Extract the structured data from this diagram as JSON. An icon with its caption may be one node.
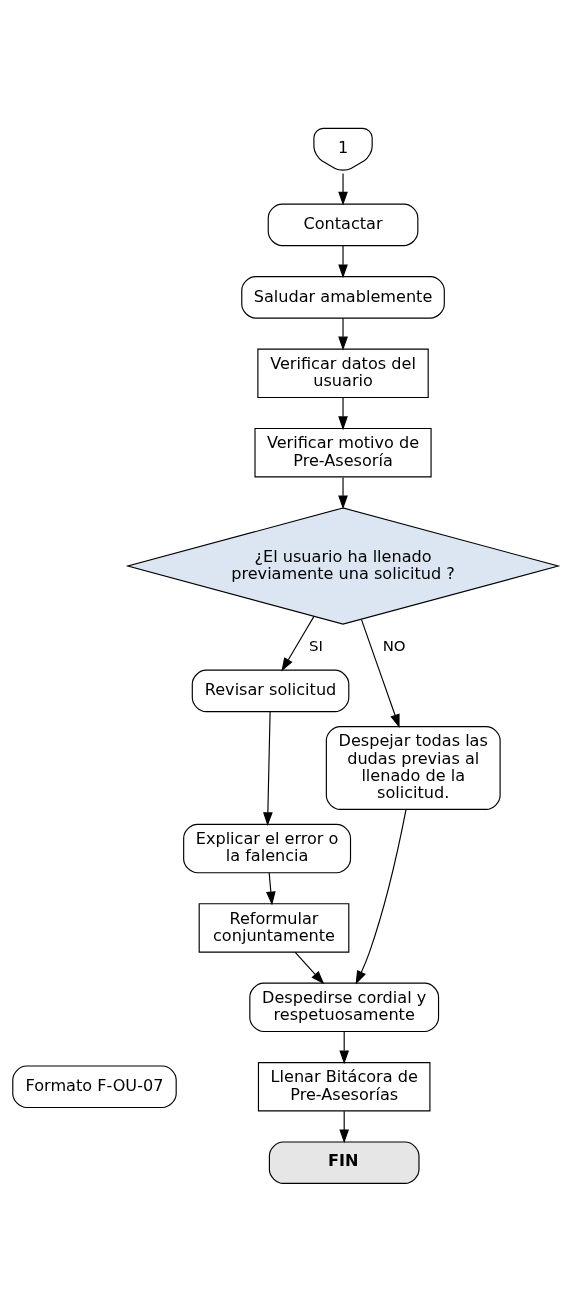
{
  "diagram": {
    "nodes": [
      {
        "text": [
          "1"
        ]
      },
      {
        "text": [
          "Contactar"
        ]
      },
      {
        "text": [
          "Saludar amablemente"
        ]
      },
      {
        "text": [
          "Verificar datos del usuario"
        ]
      },
      {
        "text": [
          "Verificar motivo de Pre-Asesoría"
        ]
      },
      {
        "text": [
          "¿El usuario ha llenado previamente una solicitud ?"
        ]
      },
      {
        "text": [
          "Revisar solicitud"
        ]
      },
      {
        "text": [
          "Despejar todas las dudas previas al llenado de la solicitud."
        ]
      },
      {
        "text": [
          "Explicar el error o la falencia"
        ]
      },
      {
        "text": [
          "Reformular conjuntamente"
        ]
      },
      {
        "text": [
          "Despedirse cordial y respetuosamente"
        ]
      },
      {
        "text": [
          "Formato F-OU-07"
        ]
      },
      {
        "text": [
          "Llenar Bitácora de Pre-Asesorías"
        ]
      },
      {
        "text": [
          "FIN"
        ]
      }
    ],
    "edges": [
      {
        "from": 0,
        "to": 1,
        "arrow": "to"
      },
      {
        "from": 1,
        "to": 2,
        "arrow": "to"
      },
      {
        "from": 2,
        "to": 3,
        "arrow": "to"
      },
      {
        "from": 3,
        "to": 4,
        "arrow": "to"
      },
      {
        "from": 4,
        "to": 5,
        "arrow": "to"
      },
      {
        "from": 5,
        "to": 6,
        "arrow": "to",
        "label": "SI"
      },
      {
        "from": 5,
        "to": 7,
        "arrow": "to",
        "label": "NO"
      },
      {
        "from": 6,
        "to": 8,
        "arrow": "to"
      },
      {
        "from": 8,
        "to": 9,
        "arrow": "to"
      },
      {
        "from": 9,
        "to": 10,
        "arrow": "to"
      },
      {
        "from": 7,
        "to": 10,
        "arrow": "to"
      },
      {
        "from": 10,
        "to": 12,
        "arrow": "to"
      },
      {
        "from": 12,
        "to": 13,
        "arrow": "to"
      }
    ]
  }
}
